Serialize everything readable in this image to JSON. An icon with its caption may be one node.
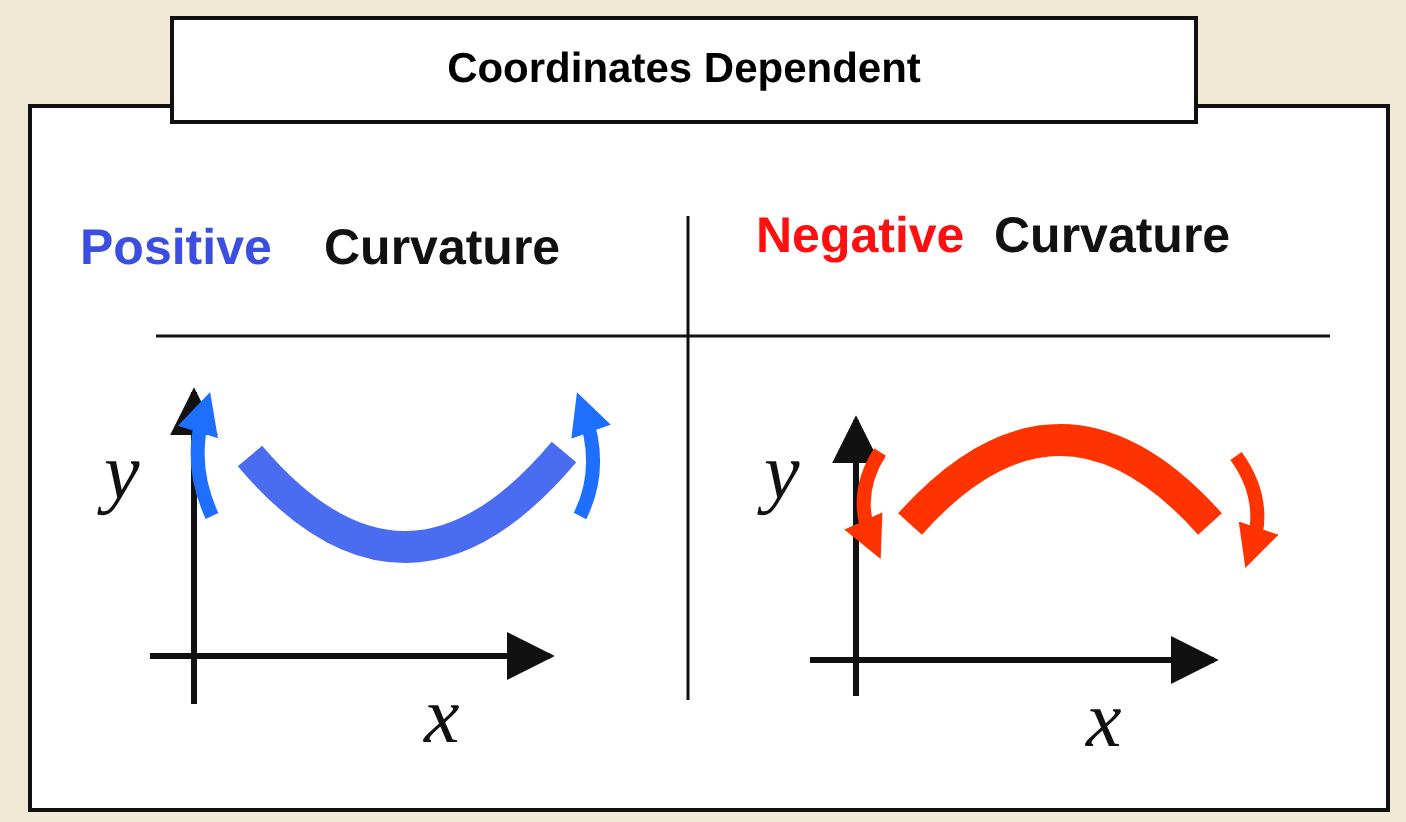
{
  "diagram": {
    "title": "Coordinates Dependent",
    "labels": [
      "Positive",
      "Curvature",
      "Negative",
      "Curvature",
      "y",
      "y",
      "x",
      "x"
    ]
  }
}
